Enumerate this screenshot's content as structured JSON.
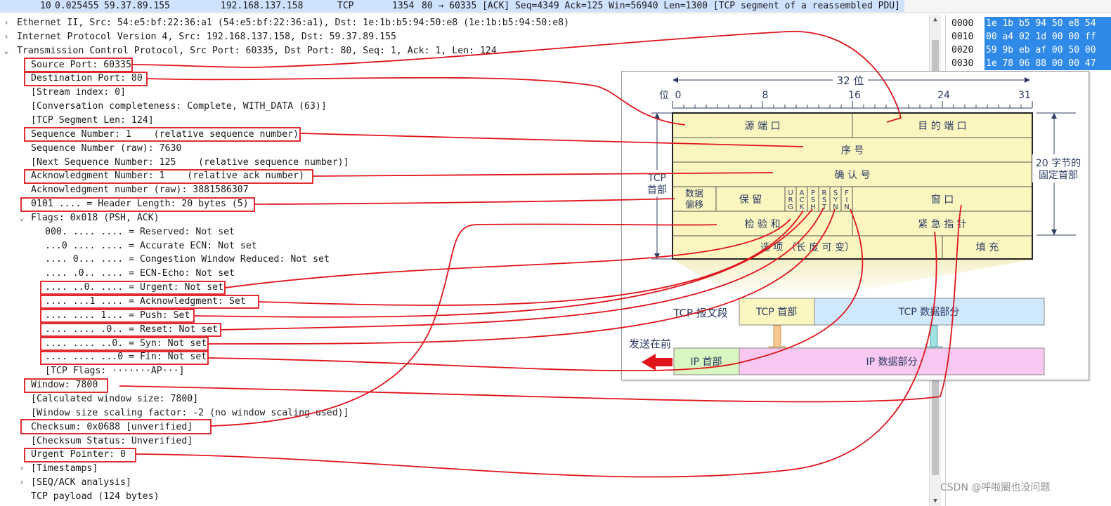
{
  "packet_list": {
    "selected_row": {
      "no": "10",
      "time": "0.025455",
      "source": "59.37.89.155",
      "destination": "192.168.137.158",
      "protocol": "TCP",
      "length": "1354",
      "info": "80 → 60335 [ACK] Seq=4349 Ack=125 Win=56940 Len=1300 [TCP segment of a reassembled PDU]"
    }
  },
  "tree": {
    "rows": [
      {
        "text": "Ethernet II, Src: 54:e5:bf:22:36:a1 (54:e5:bf:22:36:a1), Dst: 1e:1b:b5:94:50:e8 (1e:1b:b5:94:50:e8)",
        "toggle": "›"
      },
      {
        "text": "Internet Protocol Version 4, Src: 192.168.137.158, Dst: 59.37.89.155",
        "toggle": "›"
      },
      {
        "text": "Transmission Control Protocol, Src Port: 60335, Dst Port: 80, Seq: 1, Ack: 1, Len: 124",
        "toggle": "⌄"
      },
      {
        "text": "Source Port: 60335"
      },
      {
        "text": "Destination Port: 80"
      },
      {
        "text": "[Stream index: 0]"
      },
      {
        "text": "[Conversation completeness: Complete, WITH_DATA (63)]"
      },
      {
        "text": "[TCP Segment Len: 124]"
      },
      {
        "text": "Sequence Number: 1    (relative sequence number)"
      },
      {
        "text": "Sequence Number (raw): 7630"
      },
      {
        "text": "[Next Sequence Number: 125    (relative sequence number)]"
      },
      {
        "text": "Acknowledgment Number: 1    (relative ack number)"
      },
      {
        "text": "Acknowledgment number (raw): 3881586307"
      },
      {
        "text": "0101 .... = Header Length: 20 bytes (5)"
      },
      {
        "text": "Flags: 0x018 (PSH, ACK)",
        "toggle": "⌄"
      },
      {
        "text": "000. .... .... = Reserved: Not set"
      },
      {
        "text": "...0 .... .... = Accurate ECN: Not set"
      },
      {
        "text": ".... 0... .... = Congestion Window Reduced: Not set"
      },
      {
        "text": ".... .0.. .... = ECN-Echo: Not set"
      },
      {
        "text": ".... ..0. .... = Urgent: Not set"
      },
      {
        "text": ".... ...1 .... = Acknowledgment: Set"
      },
      {
        "text": ".... .... 1... = Push: Set"
      },
      {
        "text": ".... .... .0.. = Reset: Not set"
      },
      {
        "text": ".... .... ..0. = Syn: Not set"
      },
      {
        "text": ".... .... ...0 = Fin: Not set"
      },
      {
        "text": "[TCP Flags: ·······AP···]"
      },
      {
        "text": "Window: 7800"
      },
      {
        "text": "[Calculated window size: 7800]"
      },
      {
        "text": "[Window size scaling factor: -2 (no window scaling used)]"
      },
      {
        "text": "Checksum: 0x0688 [unverified]"
      },
      {
        "text": "[Checksum Status: Unverified]"
      },
      {
        "text": "Urgent Pointer: 0"
      },
      {
        "text": "[Timestamps]",
        "toggle": "›"
      },
      {
        "text": "[SEQ/ACK analysis]",
        "toggle": "›"
      },
      {
        "text": "TCP payload (124 bytes)"
      }
    ]
  },
  "hex": {
    "offsets": [
      "0000",
      "0010",
      "0020",
      "0030"
    ],
    "bytes": [
      "1e 1b b5 94 50 e8 54",
      "00 a4 02 1d 00 00 ff",
      "59 9b eb af 00 50 00",
      "1e 78 06 88 00 00 47"
    ],
    "highlight_color": "#2f89e6"
  },
  "figure": {
    "bits_label": "32 位",
    "bit_word": "位",
    "ticks": [
      "0",
      "8",
      "16",
      "24",
      "31"
    ],
    "fields": {
      "src_port": "源 端 口",
      "dst_port": "目 的 端 口",
      "seq": "序    号",
      "ack": "确   认   号",
      "offset_line1": "数据",
      "offset_line2": "偏移",
      "reserved": "保   留",
      "window": "窗    口",
      "checksum": "检  验  和",
      "urgent": "紧   急   指   针",
      "options": "选     项  （长 度 可 变）",
      "padding": "填   充"
    },
    "flags": [
      "URG",
      "ACK",
      "PSH",
      "RST",
      "SYN",
      "FIN"
    ],
    "tcp_header_label_1": "TCP",
    "tcp_header_label_2": "首部",
    "fixed_header_label_1": "20 字节的",
    "fixed_header_label_2": "固定首部",
    "segment_label": "TCP 报文段",
    "tcp_header_box": "TCP 首部",
    "tcp_data_box": "TCP 数据部分",
    "send_first": "发送在前",
    "ip_header_box": "IP 首部",
    "ip_data_box": "IP 数据部分",
    "colors": {
      "header_fill": "#fbf6c0",
      "tcp_data_fill": "#cfe8fb",
      "ip_header_fill": "#d9f5c0",
      "ip_data_fill": "#f8c8f0",
      "arrow_red": "#e0141b"
    }
  },
  "watermark": "CSDN @呼啦圈也没问题",
  "annotation_color": "#e0141b"
}
